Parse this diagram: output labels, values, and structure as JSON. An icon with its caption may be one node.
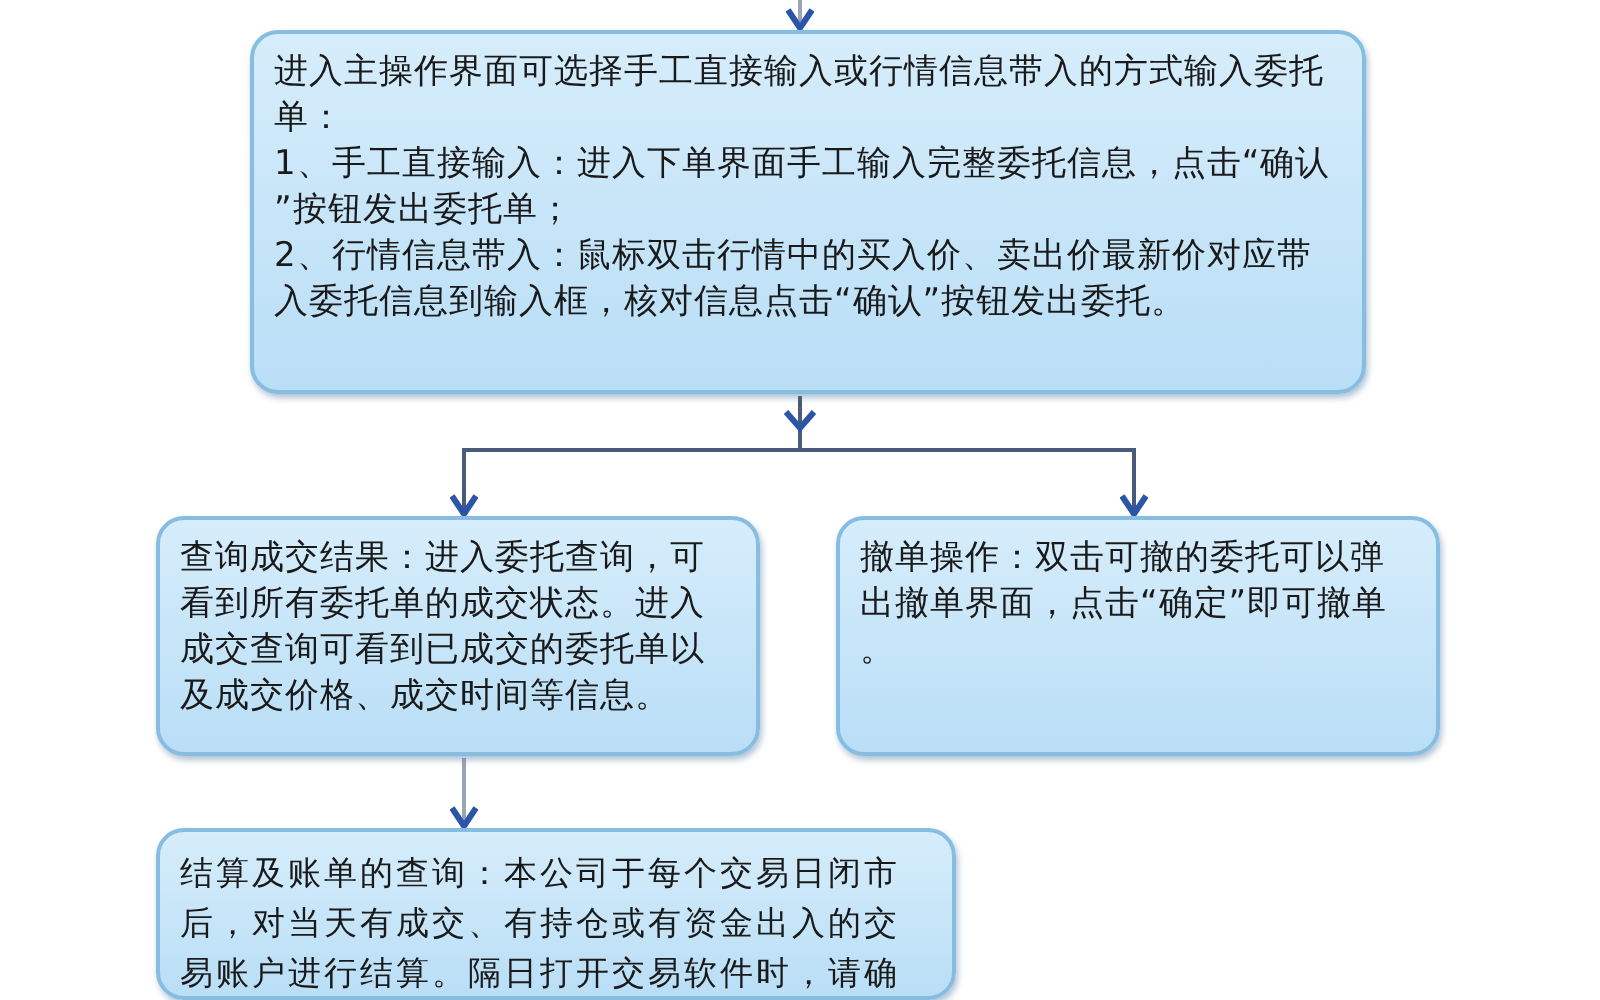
{
  "diagram": {
    "nodes": [
      {
        "text": [
          "进入主操作界面可选择手工直接输入或行情信息带入的方式输入委托单：",
          "1、手工直接输入：进入下单界面手工输入完整委托信息，点击“确认”按钮发出委托单；",
          "2、行情信息带入：鼠标双击行情中的买入价、卖出价最新价对应带入委托信息到输入框，核对信息点击“确认”按钮发出委托。"
        ]
      },
      {
        "text": [
          "查询成交结果：进入委托查询，可看到所有委托单的成交状态。进入成交查询可看到已成交的委托单以及成交价格、成交时间等信息。"
        ]
      },
      {
        "text": [
          "撤单操作：双击可撤的委托可以弹出撤单界面，点击“确定”即可撤单。"
        ]
      },
      {
        "text": [
          "结算及账单的查询：本公司于每个交易日闭市后，对当天有成交、有持仓或有资金出入的交易账户进行结算。隔日打开交易软件时，请确"
        ]
      }
    ],
    "edges": [
      {
        "from": 0,
        "to": 1,
        "arrow": "to"
      },
      {
        "from": 0,
        "to": 2,
        "arrow": "to"
      },
      {
        "from": 1,
        "to": 3,
        "arrow": "to"
      },
      {
        "from": null,
        "to": 0,
        "arrow": "to"
      }
    ]
  }
}
